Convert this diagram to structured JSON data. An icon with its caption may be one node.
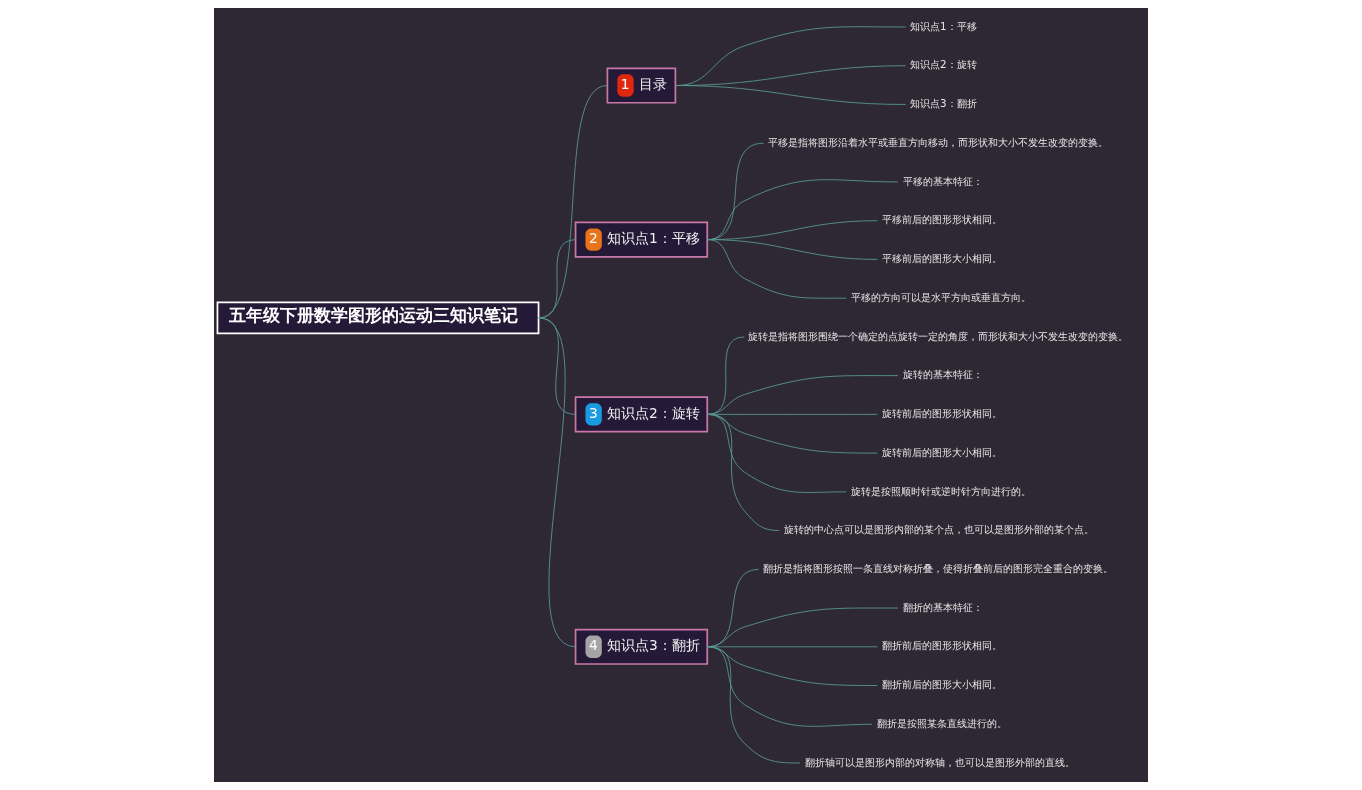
{
  "diagram": {
    "nodes": [
      {
        "text": [
          "五年级下册数学图形的运动三知识笔记"
        ]
      },
      {
        "text": [
          "1",
          "目录"
        ]
      },
      {
        "text": [
          "知识点1：平移"
        ]
      },
      {
        "text": [
          "知识点2：旋转"
        ]
      },
      {
        "text": [
          "知识点3：翻折"
        ]
      },
      {
        "text": [
          "2",
          "知识点1：平移"
        ]
      },
      {
        "text": [
          "平移是指将图形沿着水平或垂直方向移动，而形状和大小不发生改变的变换。"
        ]
      },
      {
        "text": [
          "平移的基本特征："
        ]
      },
      {
        "text": [
          "平移前后的图形形状相同。"
        ]
      },
      {
        "text": [
          "平移前后的图形大小相同。"
        ]
      },
      {
        "text": [
          "平移的方向可以是水平方向或垂直方向。"
        ]
      },
      {
        "text": [
          "3",
          "知识点2：旋转"
        ]
      },
      {
        "text": [
          "旋转是指将图形围绕一个确定的点旋转一定的角度，而形状和大小不发生改变的变换。"
        ]
      },
      {
        "text": [
          "旋转的基本特征："
        ]
      },
      {
        "text": [
          "旋转前后的图形形状相同。"
        ]
      },
      {
        "text": [
          "旋转前后的图形大小相同。"
        ]
      },
      {
        "text": [
          "旋转是按照顺时针或逆时针方向进行的。"
        ]
      },
      {
        "text": [
          "旋转的中心点可以是图形内部的某个点，也可以是图形外部的某个点。"
        ]
      },
      {
        "text": [
          "4",
          "知识点3：翻折"
        ]
      },
      {
        "text": [
          "翻折是指将图形按照一条直线对称折叠，使得折叠前后的图形完全重合的变换。"
        ]
      },
      {
        "text": [
          "翻折的基本特征："
        ]
      },
      {
        "text": [
          "翻折前后的图形形状相同。"
        ]
      },
      {
        "text": [
          "翻折前后的图形大小相同。"
        ]
      },
      {
        "text": [
          "翻折是按照某条直线进行的。"
        ]
      },
      {
        "text": [
          "翻折轴可以是图形内部的对称轴，也可以是图形外部的直线。"
        ]
      }
    ],
    "edges": [
      {
        "from": 0,
        "to": 1,
        "arrow": "none"
      },
      {
        "from": 1,
        "to": 2,
        "arrow": "none"
      },
      {
        "from": 1,
        "to": 3,
        "arrow": "none"
      },
      {
        "from": 1,
        "to": 4,
        "arrow": "none"
      },
      {
        "from": 0,
        "to": 5,
        "arrow": "none"
      },
      {
        "from": 5,
        "to": 6,
        "arrow": "none"
      },
      {
        "from": 5,
        "to": 7,
        "arrow": "none"
      },
      {
        "from": 5,
        "to": 8,
        "arrow": "none"
      },
      {
        "from": 5,
        "to": 9,
        "arrow": "none"
      },
      {
        "from": 5,
        "to": 10,
        "arrow": "none"
      },
      {
        "from": 0,
        "to": 11,
        "arrow": "none"
      },
      {
        "from": 11,
        "to": 12,
        "arrow": "none"
      },
      {
        "from": 11,
        "to": 13,
        "arrow": "none"
      },
      {
        "from": 11,
        "to": 14,
        "arrow": "none"
      },
      {
        "from": 11,
        "to": 15,
        "arrow": "none"
      },
      {
        "from": 11,
        "to": 16,
        "arrow": "none"
      },
      {
        "from": 11,
        "to": 17,
        "arrow": "none"
      },
      {
        "from": 0,
        "to": 18,
        "arrow": "none"
      },
      {
        "from": 18,
        "to": 19,
        "arrow": "none"
      },
      {
        "from": 18,
        "to": 20,
        "arrow": "none"
      },
      {
        "from": 18,
        "to": 21,
        "arrow": "none"
      },
      {
        "from": 18,
        "to": 22,
        "arrow": "none"
      },
      {
        "from": 18,
        "to": 23,
        "arrow": "none"
      },
      {
        "from": 18,
        "to": 24,
        "arrow": "none"
      }
    ]
  }
}
